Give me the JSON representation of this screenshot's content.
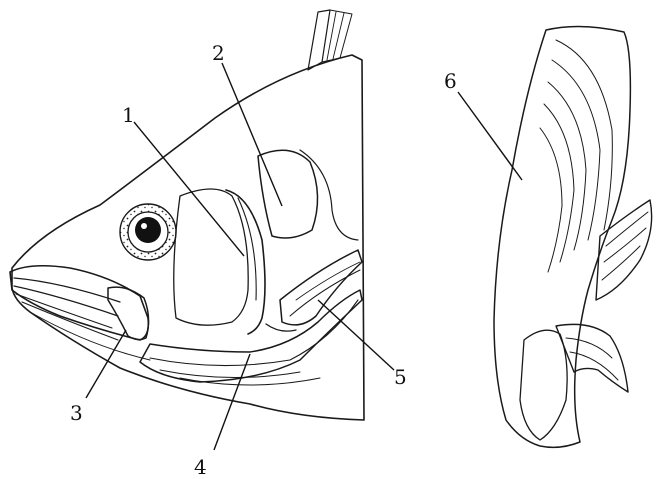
{
  "figure": {
    "labels": [
      {
        "id": "l1",
        "text": "1"
      },
      {
        "id": "l2",
        "text": "2"
      },
      {
        "id": "l3",
        "text": "3"
      },
      {
        "id": "l4",
        "text": "4"
      },
      {
        "id": "l5",
        "text": "5"
      },
      {
        "id": "l6",
        "text": "6"
      }
    ]
  }
}
